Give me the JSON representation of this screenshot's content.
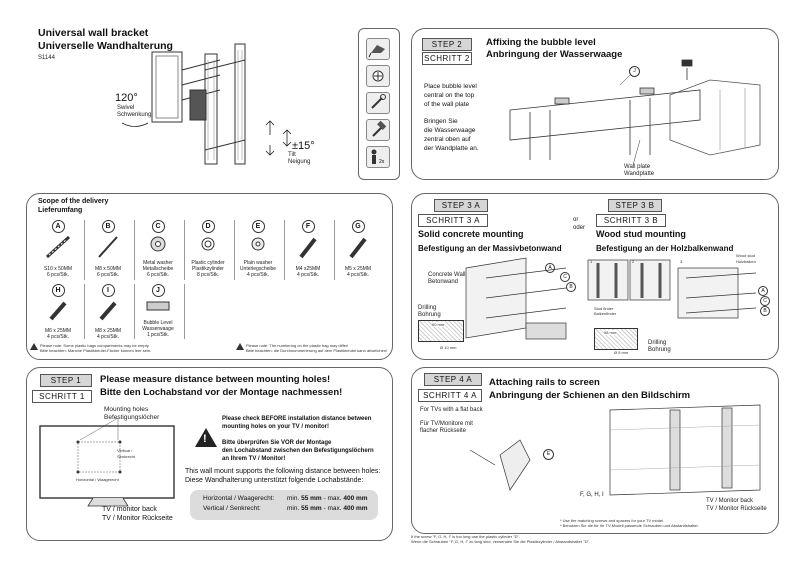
{
  "header": {
    "title_en": "Universal wall bracket",
    "title_de": "Universelle Wandhalterung",
    "model": "S1144",
    "swivel_value": "120°",
    "swivel_label": "Swivel",
    "swivel_label_de": "Schwenkung",
    "tilt_value": "±15°",
    "tilt_label": "Tilt",
    "tilt_label_de": "Neigung"
  },
  "tool_icons": [
    {
      "name": "drill-icon"
    },
    {
      "name": "screwdriver-icon"
    },
    {
      "name": "wrench-icon"
    },
    {
      "name": "hammer-icon"
    },
    {
      "name": "two-persons-icon",
      "label": "2x"
    }
  ],
  "step2": {
    "tag": "STEP 2",
    "tag_de": "SCHRITT 2",
    "title": "Affixing the bubble level",
    "title_de": "Anbringung der Wasserwaage",
    "text_en": [
      "Place bubble level",
      "central on the top",
      "of the wall plate"
    ],
    "text_de": [
      "Bringen Sie",
      "die Wasserwaage",
      "zentral oben auf",
      "der Wandplatte an."
    ],
    "callout": "J",
    "wall_plate": "Wall plate",
    "wall_plate_de": "Wandplatte"
  },
  "scope": {
    "title": "Scope of the delivery",
    "title_de": "Lieferumfang",
    "parts": [
      {
        "letter": "A",
        "l1": "S10 x 50MM",
        "l2": "6 pcs/Stk."
      },
      {
        "letter": "B",
        "l1": "M8 x 50MM",
        "l2": "6 pcs/Stk."
      },
      {
        "letter": "C",
        "l1": "Metal washer",
        "l2": "Metallscheibe",
        "l3": "6 pcs/Stk."
      },
      {
        "letter": "D",
        "l1": "Plastic cylinder",
        "l2": "Plastikzylinder",
        "l3": "8 pcs/Stk."
      },
      {
        "letter": "E",
        "l1": "Plain washer",
        "l2": "Unterlegscheibe",
        "l3": "4 pcs/Stk."
      },
      {
        "letter": "F",
        "l1": "M4 x25MM",
        "l2": "4 pcs/Stk."
      },
      {
        "letter": "G",
        "l1": "M5 x 25MM",
        "l2": "4 pcs/Stk."
      },
      {
        "letter": "H",
        "l1": "M6 x 25MM",
        "l2": "4 pcs/Stk."
      },
      {
        "letter": "I",
        "l1": "M8 x 25MM",
        "l2": "4 pcs/Stk."
      },
      {
        "letter": "J",
        "l1": "Bubble Level",
        "l2": "Wasserwaage",
        "l3": "1 pcs/Stk."
      }
    ],
    "note_left_1": "Please note: Some plastic bags compartments may be empty.",
    "note_left_2": "Bitte beachten: Manche Plastikbeutel-Fächer können leer sein.",
    "note_right_1": "Please note: The numbering on the plastic bag may differ!",
    "note_right_2": "Bitte beachten: die Durchnummerierung auf dem Plastikbeutel kann abweichen!"
  },
  "step3a": {
    "tag": "STEP 3 A",
    "tag_de": "SCHRITT 3 A",
    "title": "Solid concrete mounting",
    "title_de": "Befestigung an der Massivbetonwand",
    "concrete_wall": "Concrete Wall",
    "concrete_wall_de": "Betonwand",
    "drilling": "Drilling",
    "drilling_de": "Bohrung",
    "depth": "60 mm",
    "diameter": "Ø 10 mm",
    "callouts": [
      "A",
      "C",
      "B"
    ]
  },
  "or_label": "or",
  "or_label_de": "oder",
  "step3b": {
    "tag": "STEP 3 B",
    "tag_de": "SCHRITT 3 B",
    "title": "Wood stud mounting",
    "title_de": "Befestigung an der Holzbalkenwand",
    "wood_stud": "Wood stud",
    "wood_stud_de": "Holzbalken",
    "stud_finder": "Stud finder",
    "stud_finder_de": "Balkenfinder",
    "drilling": "Drilling",
    "drilling_de": "Bohrung",
    "depth": "58 mm",
    "diameter": "Ø 5 mm",
    "sub_steps": [
      "1",
      "2",
      "3"
    ],
    "callouts": [
      "A",
      "C",
      "B"
    ]
  },
  "step1": {
    "tag": "STEP 1",
    "tag_de": "SCHRITT 1",
    "title": "Please measure distance between mounting holes!",
    "title_de": "Bitte den Lochabstand vor der Montage nachmessen!",
    "mounting_holes": "Mounting holes",
    "mounting_holes_de": "Befestigungslöcher",
    "vertical": "Vertical /",
    "vertical_de": "Senkrecht",
    "horizontal": "Horizontal / Waagerecht",
    "tv_back": "TV / monitor back",
    "tv_back_de": "TV / Monitor Rückseite",
    "warn_en_1": "Please check BEFORE installation distance between",
    "warn_en_2": "mounting holes on your TV / monitor!",
    "warn_de_1": "Bitte überprüfen Sie VOR der Montage",
    "warn_de_2": "den Lochabstand zwischen den Befestigungslöchern",
    "warn_de_3": "an Ihrem TV / Monitor!",
    "support_en": "This wall mount supports the following distance between holes:",
    "support_de": "Diese Wandhalterung unterstützt folgende Lochabstände:",
    "rows": [
      {
        "label": "Horizontal / Waagerecht:",
        "min": "min. ",
        "min_val": "55 mm",
        "max": " - max. ",
        "max_val": "400 mm"
      },
      {
        "label": "Vertical / Senkrecht:",
        "min": "min. ",
        "min_val": "55 mm",
        "max": " - max. ",
        "max_val": "400 mm"
      }
    ]
  },
  "step4": {
    "tag": "STEP 4 A",
    "tag_de": "SCHRITT 4 A",
    "title": "Attaching rails to screen",
    "title_de": "Anbringung der Schienen an den Bildschirm",
    "flat_back": "For TVs with a flat back",
    "flat_back_de_1": "Für TV/Monitore mit",
    "flat_back_de_2": "flacher Rückseite",
    "callouts": [
      "E",
      "F, G, H, I"
    ],
    "tv_back": "TV / Monitor back",
    "tv_back_de": "TV / Monitor Rückseite",
    "note_1": "* Use the matching screws and spacers for your TV model.",
    "note_2": "* Benutzen Sie die für Ihr TV-Modell passende Schrauben und Abstandshalter.",
    "foot_1": "If the screw \"F, G, H, I\" is too long use the plastic cylinder \"D\".",
    "foot_2": "Wenn die Schrauben \"F, G, H, I\" zu lang sind, verwenden Sie die Plastikzylinder / Abstandshalter \"D\"."
  }
}
